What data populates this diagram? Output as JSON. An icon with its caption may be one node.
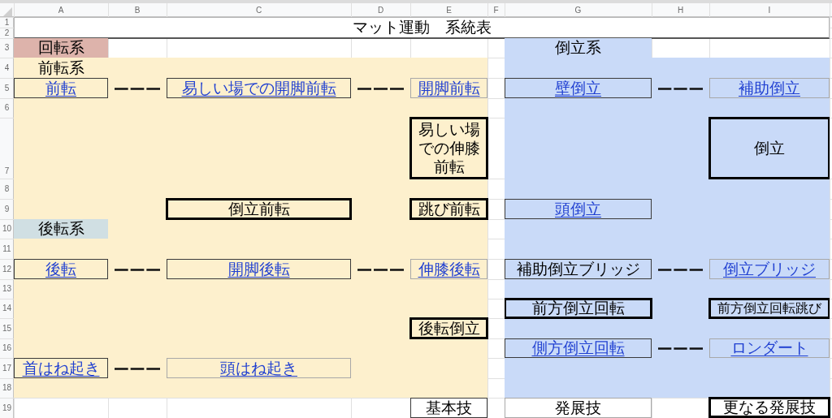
{
  "diagram": {
    "title": "マット運動　系統表",
    "nodes": [
      {
        "text": [
          "回転系"
        ]
      },
      {
        "text": [
          "前転系"
        ]
      },
      {
        "text": [
          "前転"
        ],
        "in": 1
      },
      {
        "text": [
          "易しい場での開脚前転"
        ],
        "in": 1
      },
      {
        "text": [
          "開脚前転"
        ],
        "in": 1
      },
      {
        "text": [
          "易しい場での伸膝前転"
        ],
        "in": 1
      },
      {
        "text": [
          "倒立前転"
        ],
        "in": 1
      },
      {
        "text": [
          "跳び前転"
        ],
        "in": 1
      },
      {
        "text": [
          "後転系"
        ],
        "in": 1
      },
      {
        "text": [
          "後転"
        ],
        "in": 1
      },
      {
        "text": [
          "開脚後転"
        ],
        "in": 1
      },
      {
        "text": [
          "伸膝後転"
        ],
        "in": 1
      },
      {
        "text": [
          "後転倒立"
        ],
        "in": 1
      },
      {
        "text": [
          "首はね起き"
        ],
        "in": 1
      },
      {
        "text": [
          "頭はね起き"
        ],
        "in": 1
      },
      {
        "text": [
          "倒立系"
        ]
      },
      {
        "text": [
          "壁倒立"
        ],
        "in": 15
      },
      {
        "text": [
          "補助倒立"
        ],
        "in": 15
      },
      {
        "text": [
          "倒立"
        ],
        "in": 15
      },
      {
        "text": [
          "頭倒立"
        ],
        "in": 15
      },
      {
        "text": [
          "補助倒立ブリッジ"
        ],
        "in": 15
      },
      {
        "text": [
          "倒立ブリッジ"
        ],
        "in": 15
      },
      {
        "text": [
          "前方倒立回転"
        ],
        "in": 15
      },
      {
        "text": [
          "前方倒立回転跳び"
        ],
        "in": 15
      },
      {
        "text": [
          "側方倒立回転"
        ],
        "in": 15
      },
      {
        "text": [
          "ロンダート"
        ],
        "in": 15
      },
      {
        "text": [
          "基本技"
        ]
      },
      {
        "text": [
          "発展技"
        ]
      },
      {
        "text": [
          "更なる発展技"
        ]
      }
    ],
    "edges": [
      {
        "from": 2,
        "to": 3,
        "arrow": "none",
        "style": "dashed"
      },
      {
        "from": 3,
        "to": 4,
        "arrow": "none",
        "style": "dashed"
      },
      {
        "from": 9,
        "to": 10,
        "arrow": "none",
        "style": "dashed"
      },
      {
        "from": 10,
        "to": 11,
        "arrow": "none",
        "style": "dashed"
      },
      {
        "from": 13,
        "to": 14,
        "arrow": "none",
        "style": "dashed"
      },
      {
        "from": 16,
        "to": 17,
        "arrow": "none",
        "style": "dashed"
      },
      {
        "from": 20,
        "to": 21,
        "arrow": "none",
        "style": "dashed"
      },
      {
        "from": 24,
        "to": 25,
        "arrow": "none",
        "style": "dashed"
      }
    ],
    "labels": [
      "A",
      "B",
      "C",
      "D",
      "E",
      "F",
      "G",
      "H",
      "I",
      "1",
      "2",
      "3",
      "4",
      "5",
      "6",
      "7",
      "8",
      "9",
      "10",
      "11",
      "12",
      "13",
      "14",
      "15",
      "16",
      "17",
      "18",
      "19"
    ]
  }
}
